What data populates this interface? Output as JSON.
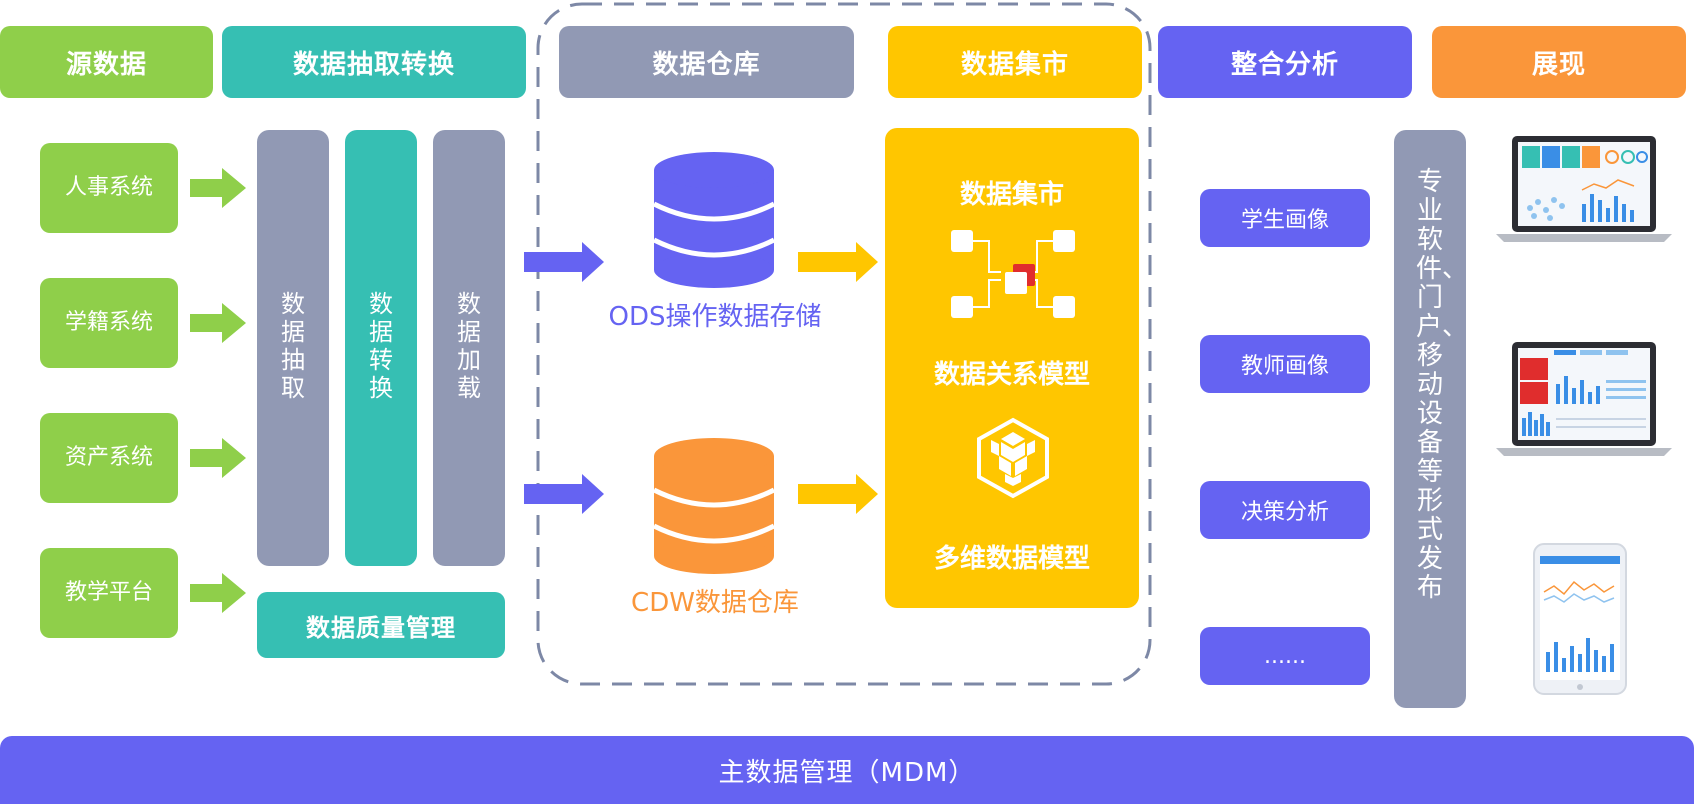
{
  "headers": {
    "source": "源数据",
    "etl": "数据抽取转换",
    "warehouse": "数据仓库",
    "mart": "数据集市",
    "analysis": "整合分析",
    "display": "展现"
  },
  "sources": [
    "人事系统",
    "学籍系统",
    "资产系统",
    "教学平台"
  ],
  "etl_steps": [
    "数据抽取",
    "数据转换",
    "数据加载"
  ],
  "quality": "数据质量管理",
  "warehouse": {
    "ods": "ODS操作数据存储",
    "cdw": "CDW数据仓库"
  },
  "mart": {
    "title": "数据集市",
    "relation_model": "数据关系模型",
    "multi_model": "多维数据模型"
  },
  "analysis_items": [
    "学生画像",
    "教师画像",
    "决策分析",
    "......"
  ],
  "publish": "专业软件、门户、移动设备等形式发布",
  "mdm": "主数据管理（MDM）",
  "colors": {
    "green": "#8fcf4a",
    "teal": "#36bfb3",
    "gray": "#9199b4",
    "yellow": "#ffc600",
    "purple": "#6563f2",
    "orange": "#fa963a"
  }
}
